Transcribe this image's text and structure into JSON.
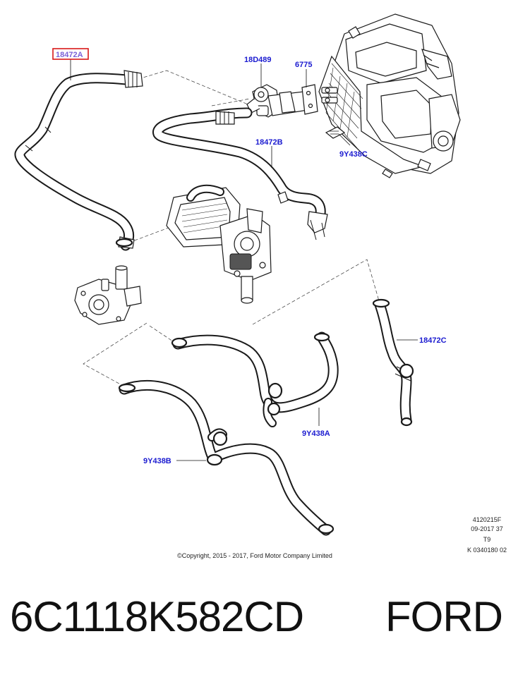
{
  "callouts": {
    "c18472A": "18472A",
    "c18D489": "18D489",
    "c6775": "6775",
    "c18472B": "18472B",
    "c9Y438C": "9Y438C",
    "c18472C": "18472C",
    "c9Y438A": "9Y438A",
    "c9Y438B": "9Y438B"
  },
  "highlight_color": "#d81818",
  "callout_color": "#1b1bd0",
  "drawing_meta": {
    "line1": "4120215F",
    "line2": "09-2017 37",
    "line3": "T9",
    "line4": "K 0340180 02"
  },
  "copyright": "©Copyright, 2015 - 2017, Ford Motor Company Limited",
  "footer": {
    "part_number": "6C1118K582CD",
    "brand": "FORD"
  }
}
